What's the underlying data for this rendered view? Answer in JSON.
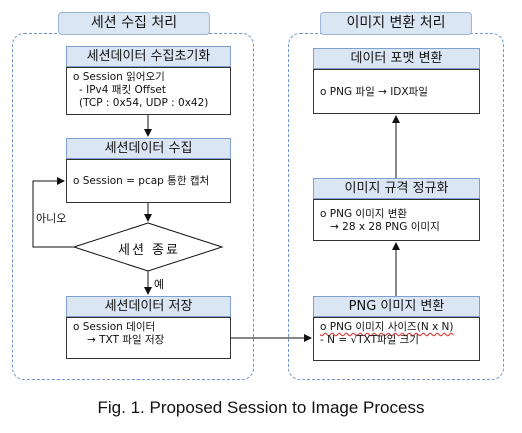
{
  "left_panel": {
    "title": "세션 수집 처리",
    "step1": {
      "header": "세션데이터 수집초기화",
      "lines": [
        "o Session 읽어오기",
        "- IPv4 패킷 Offset",
        "(TCP : 0x54, UDP : 0x42)"
      ]
    },
    "step2": {
      "header": "세션데이터 수집",
      "lines": [
        "o Session = pcap 통한 캡처"
      ]
    },
    "decision": {
      "label": "세션 종료",
      "no_label": "아니오",
      "yes_label": "예"
    },
    "step3": {
      "header": "세션데이터 저장",
      "lines": [
        "o Session 데이터",
        "→ TXT 파일 저장"
      ]
    }
  },
  "right_panel": {
    "title": "이미지 변환 처리",
    "step1": {
      "header": "데이터 포맷 변환",
      "lines": [
        "o PNG 파일 → IDX파일"
      ]
    },
    "step2": {
      "header": "이미지 규격 정규화",
      "lines": [
        "o PNG 이미지 변환",
        "→ 28 x 28 PNG 이미지"
      ]
    },
    "step3": {
      "header": "PNG 이미지 변환",
      "lines": [
        "o PNG 이미지 사이즈(N x N)",
        "- N = √TXT파일 크기"
      ]
    }
  },
  "caption": "Fig. 1. Proposed Session to Image Process"
}
